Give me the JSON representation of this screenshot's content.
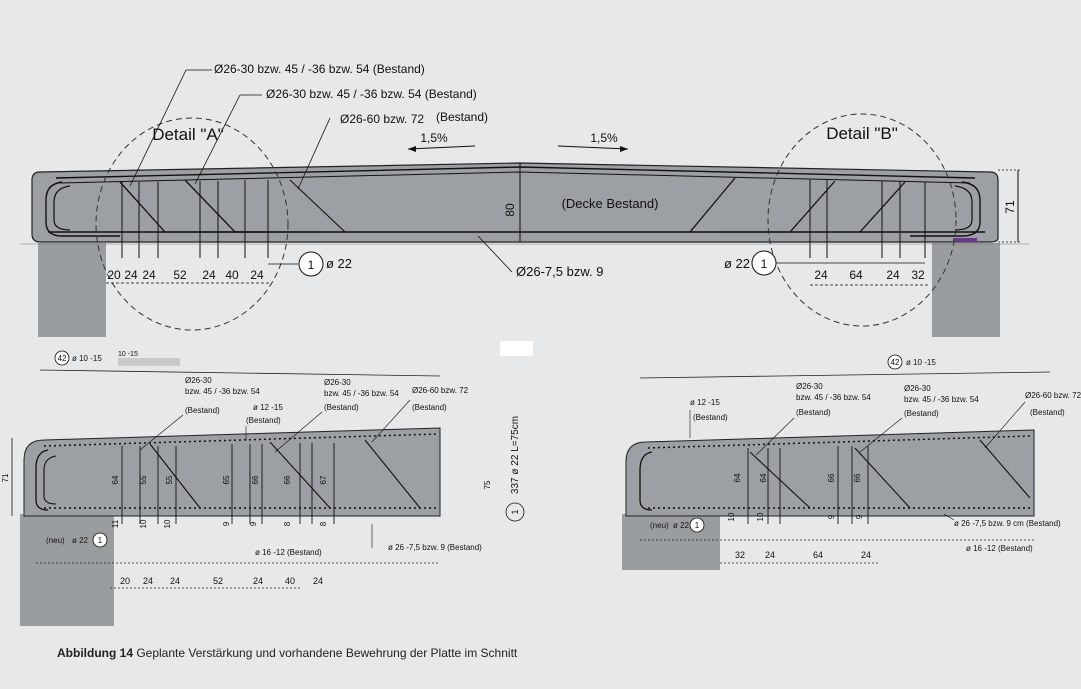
{
  "main": {
    "labels": {
      "bar_a1": "Ø26-30 bzw. 45 / -36 bzw. 54  (Bestand)",
      "bar_a2": "Ø26-30 bzw. 45 / -36 bzw. 54  (Bestand)",
      "bar_a3": "Ø26-60 bzw. 72",
      "bar_a3b": "(Bestand)",
      "detail_a": "Detail \"A\"",
      "detail_b": "Detail \"B\"",
      "slope_left": "1,5%",
      "slope_right": "1,5%",
      "thickness": "80",
      "deck": "(Decke Bestand)",
      "height_right": "71",
      "bottom_bar": "Ø26-7,5 bzw. 9",
      "new_bar_left_num": "1",
      "new_bar_left_dia": "ø 22",
      "new_bar_right_num": "1",
      "new_bar_right_dia": "ø 22"
    },
    "dims_left": [
      "20",
      "24",
      "24",
      "52",
      "24",
      "40",
      "24"
    ],
    "dims_right": [
      "24",
      "64",
      "24",
      "32"
    ]
  },
  "detail_left": {
    "top_bar": "ø 10 -15",
    "top_bar_num": "42",
    "top_small": "10 -15",
    "lbl1": "Ø26-30",
    "lbl1b": "bzw. 45 / -36 bzw. 54",
    "lbl1c": "(Bestand)",
    "lbl2": "ø 12 -15",
    "lbl2b": "(Bestand)",
    "lbl3": "Ø26-30",
    "lbl3b": "bzw. 45 / -36 bzw. 54",
    "lbl3c": "(Bestand)",
    "lbl4": "Ø26-60 bzw. 72",
    "lbl4b": "(Bestand)",
    "height": "71",
    "heights": [
      "64",
      "55",
      "55",
      "65",
      "66",
      "66",
      "67"
    ],
    "spacings": [
      "11",
      "10",
      "10",
      "9",
      "9",
      "8",
      "8"
    ],
    "new_label": "(neu)",
    "new_dia": "ø 22",
    "new_num": "1",
    "dist_bar": "ø 16 -12 (Bestand)",
    "bottom_bar": "ø 26 -7,5 bzw. 9 (Bestand)",
    "dims": [
      "20",
      "24",
      "24",
      "52",
      "24",
      "40",
      "24"
    ],
    "side_height": "75",
    "side_num": "1",
    "side_text": "337 ø 22 L=75cm"
  },
  "detail_right": {
    "top_bar": "ø 10 -15",
    "top_bar_num": "42",
    "lbl1": "ø 12 -15",
    "lbl1b": "(Bestand)",
    "lbl2": "Ø26-30",
    "lbl2b": "bzw. 45 / -36 bzw. 54",
    "lbl2c": "(Bestand)",
    "lbl3": "Ø26-30",
    "lbl3b": "bzw. 45 / -36 bzw. 54",
    "lbl3c": "(Bestand)",
    "lbl4": "Ø26-60 bzw. 72",
    "lbl4b": "(Bestand)",
    "heights": [
      "64",
      "64",
      "66",
      "66"
    ],
    "spacings": [
      "10",
      "10",
      "9",
      "9"
    ],
    "new_label": "(neu)",
    "new_dia": "ø 22",
    "new_num": "1",
    "bottom_bar": "ø 26 -7,5 bzw. 9 cm (Bestand)",
    "dist_bar": "ø 16 -12 (Bestand)",
    "dims": [
      "32",
      "24",
      "64",
      "24"
    ]
  },
  "caption": {
    "bold": "Abbildung 14",
    "text": " Geplante Verstärkung und vorhandene Bewehrung der Platte im Schnitt"
  }
}
